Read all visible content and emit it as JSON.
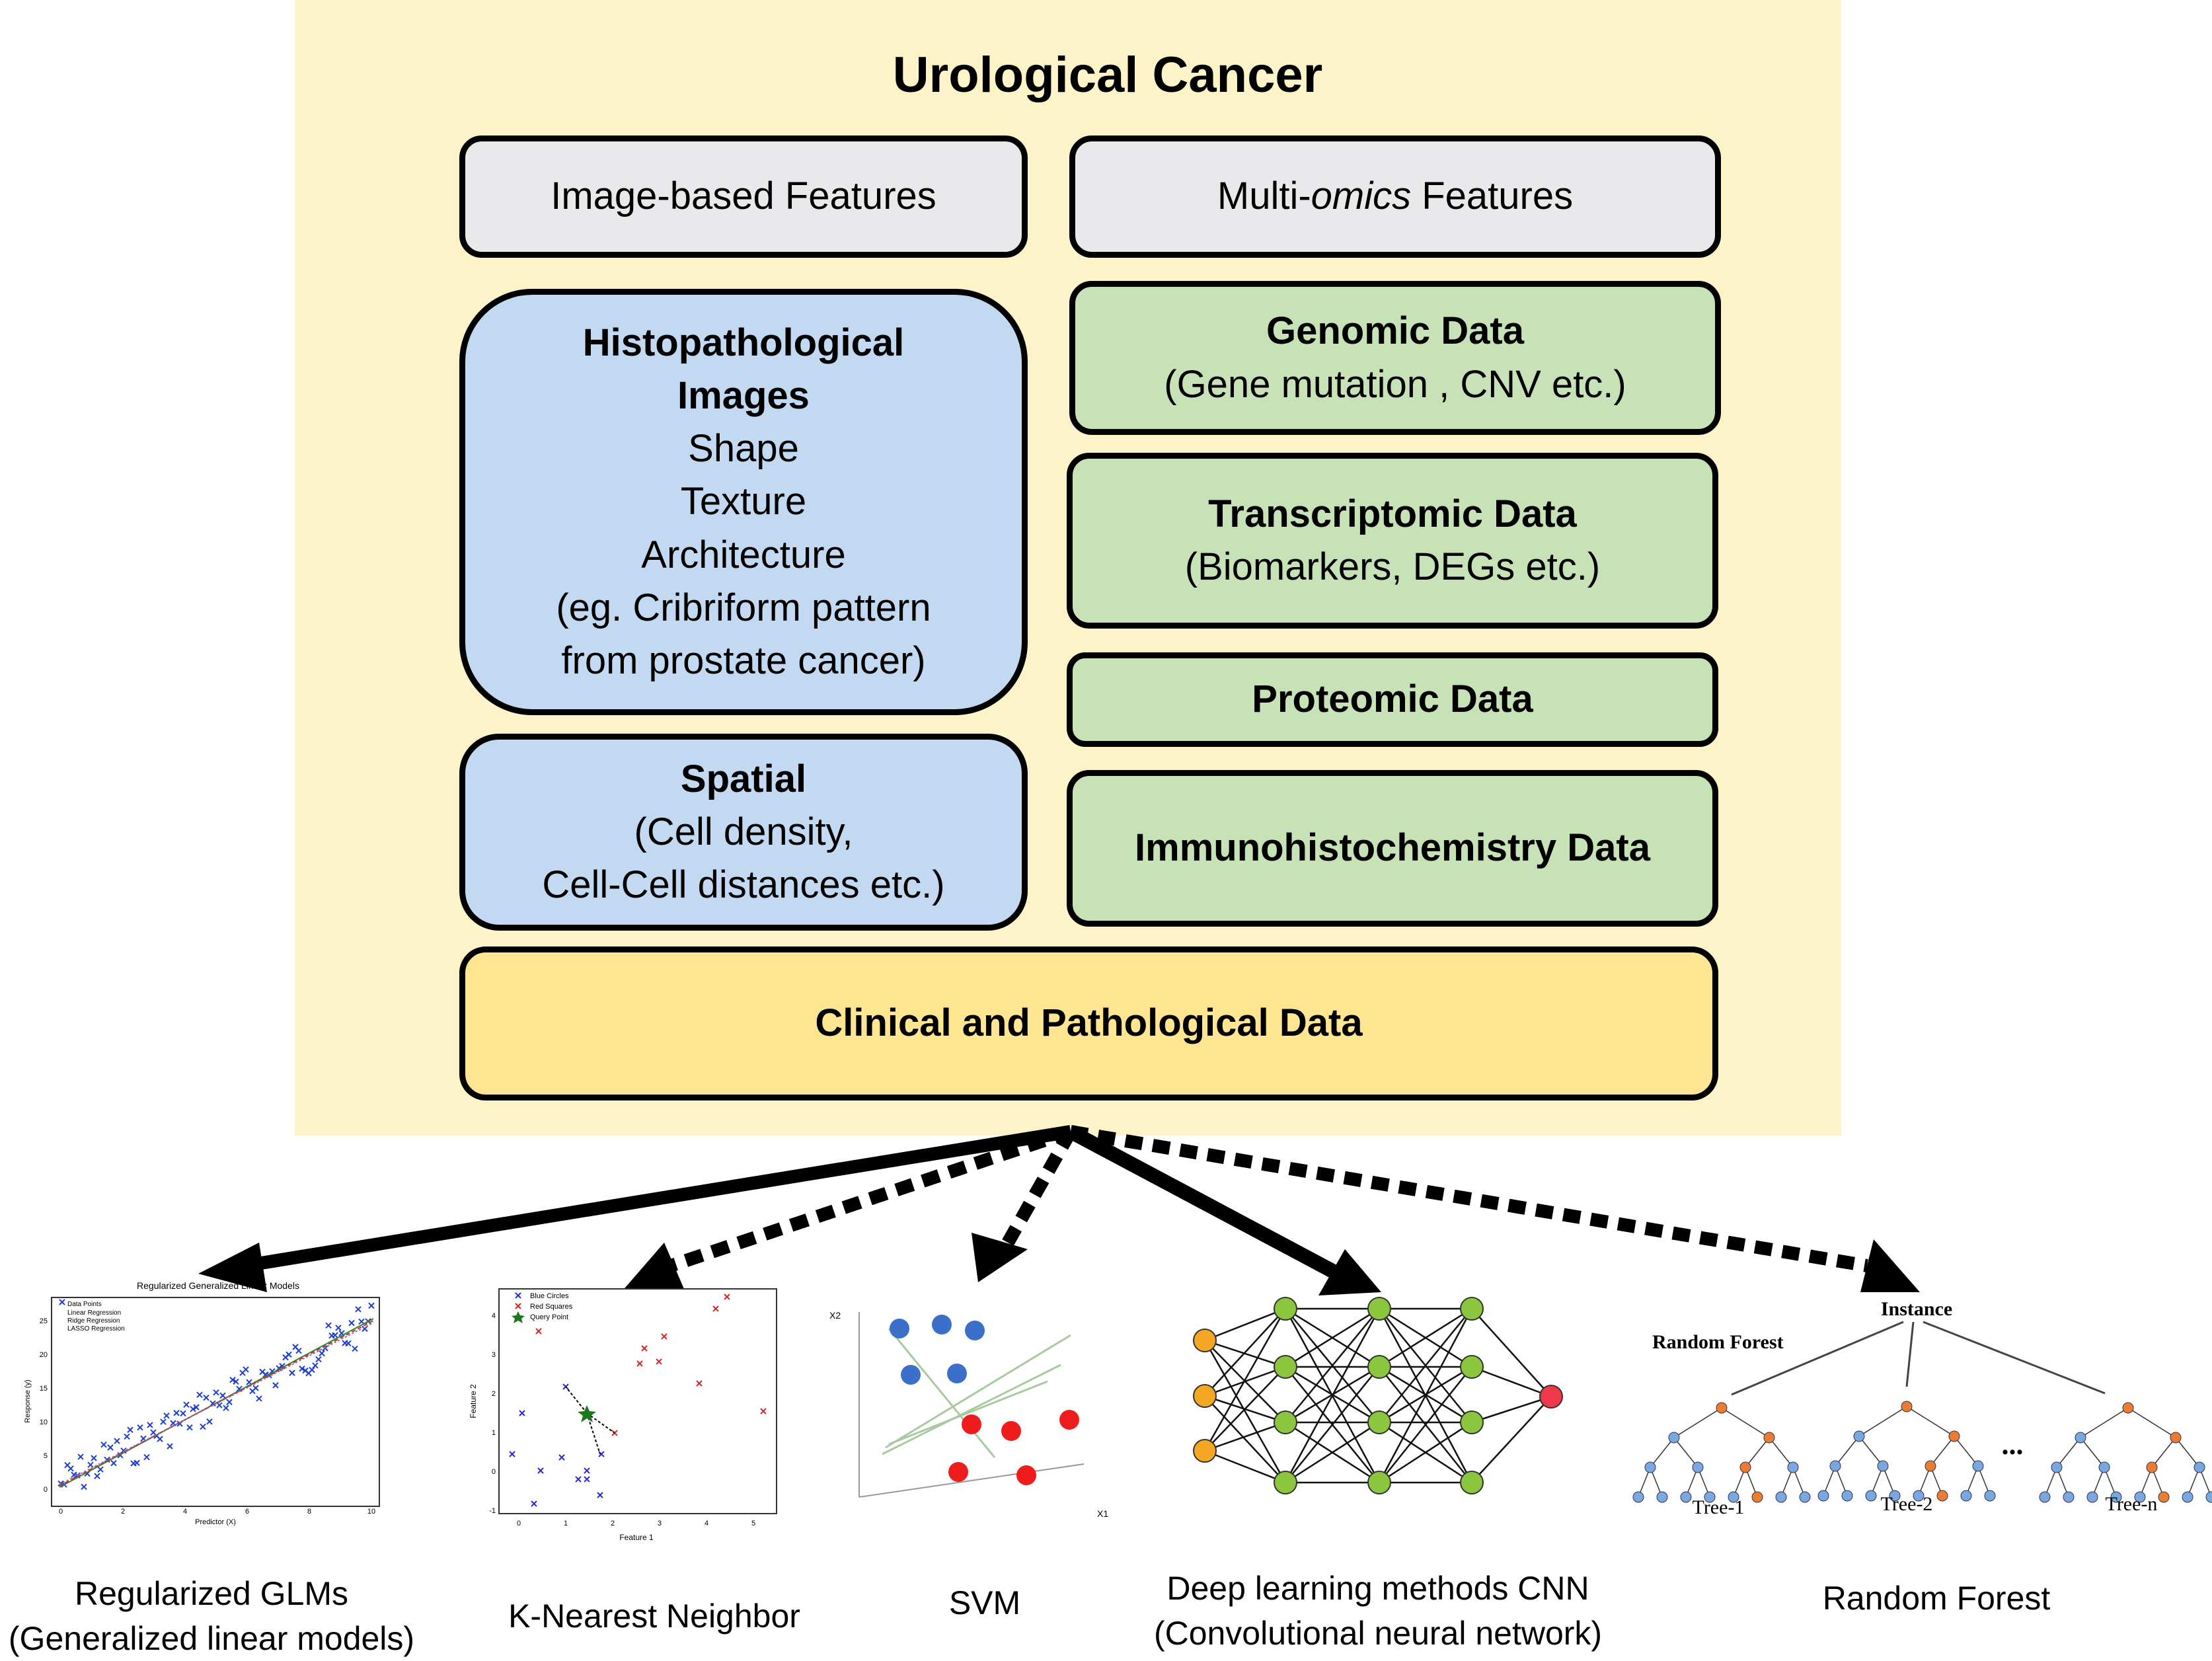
{
  "title": "Urological Cancer",
  "headers": {
    "image": "Image-based Features",
    "omics_prefix": "Multi-",
    "omics_italic": "omics",
    "omics_suffix": " Features"
  },
  "histo": {
    "title1": "Histopathological",
    "title2": "Images",
    "l1": "Shape",
    "l2": "Texture",
    "l3": "Architecture",
    "l4": "(eg. Cribriform pattern",
    "l5": "from prostate cancer)"
  },
  "spatial": {
    "title": "Spatial",
    "l1": "(Cell density,",
    "l2": "Cell-Cell distances etc.)"
  },
  "genomic": {
    "title": "Genomic Data",
    "sub": "(Gene mutation , CNV etc.)"
  },
  "transcriptomic": {
    "title": "Transcriptomic Data",
    "sub": "(Biomarkers, DEGs etc.)"
  },
  "proteomic": {
    "title": "Proteomic Data"
  },
  "ihc": {
    "title": "Immunohistochemistry Data"
  },
  "clinical": {
    "title": "Clinical and Pathological Data"
  },
  "methods": {
    "glm1": "Regularized GLMs",
    "glm2": "(Generalized linear models)",
    "knn": "K-Nearest Neighbor",
    "svm": "SVM",
    "cnn1": "Deep learning methods CNN",
    "cnn2": "(Convolutional neural network)",
    "rf": "Random Forest"
  },
  "thumbs": {
    "glm": {
      "title": "Regularized Generalized Linear Models",
      "xlabel": "Predictor (X)",
      "ylabel": "Response (y)",
      "legend": [
        "Data Points",
        "Linear Regression",
        "Ridge Regression",
        "LASSO Regression"
      ],
      "xticks": [
        "0",
        "2",
        "4",
        "6",
        "8",
        "10"
      ],
      "yticks": [
        "0",
        "5",
        "10",
        "15",
        "20",
        "25"
      ]
    },
    "knn": {
      "xlabel": "Feature 1",
      "ylabel": "Feature 2",
      "legend": [
        "Blue Circles",
        "Red Squares",
        "Query Point"
      ],
      "xticks": [
        "0",
        "1",
        "2",
        "3",
        "4",
        "5"
      ],
      "yticks": [
        "-1",
        "0",
        "1",
        "2",
        "3",
        "4"
      ]
    },
    "svm": {
      "xlabel": "X1",
      "ylabel": "X2"
    },
    "rf": {
      "instance": "Instance",
      "title": "Random Forest",
      "tree1": "Tree-1",
      "tree2": "Tree-2",
      "dots": "...",
      "treen": "Tree-n"
    }
  },
  "colors": {
    "panel": "#fdf3c9",
    "grey": "#e9e8ea",
    "blue": "#c2d9f1",
    "green": "#c8e2b8",
    "yellow": "#fde592",
    "nn_input": "#f5a623",
    "nn_hidden": "#8cc63f",
    "nn_output": "#f0394b",
    "rf_node": "#79a7e0",
    "rf_hit": "#ec7c30"
  }
}
